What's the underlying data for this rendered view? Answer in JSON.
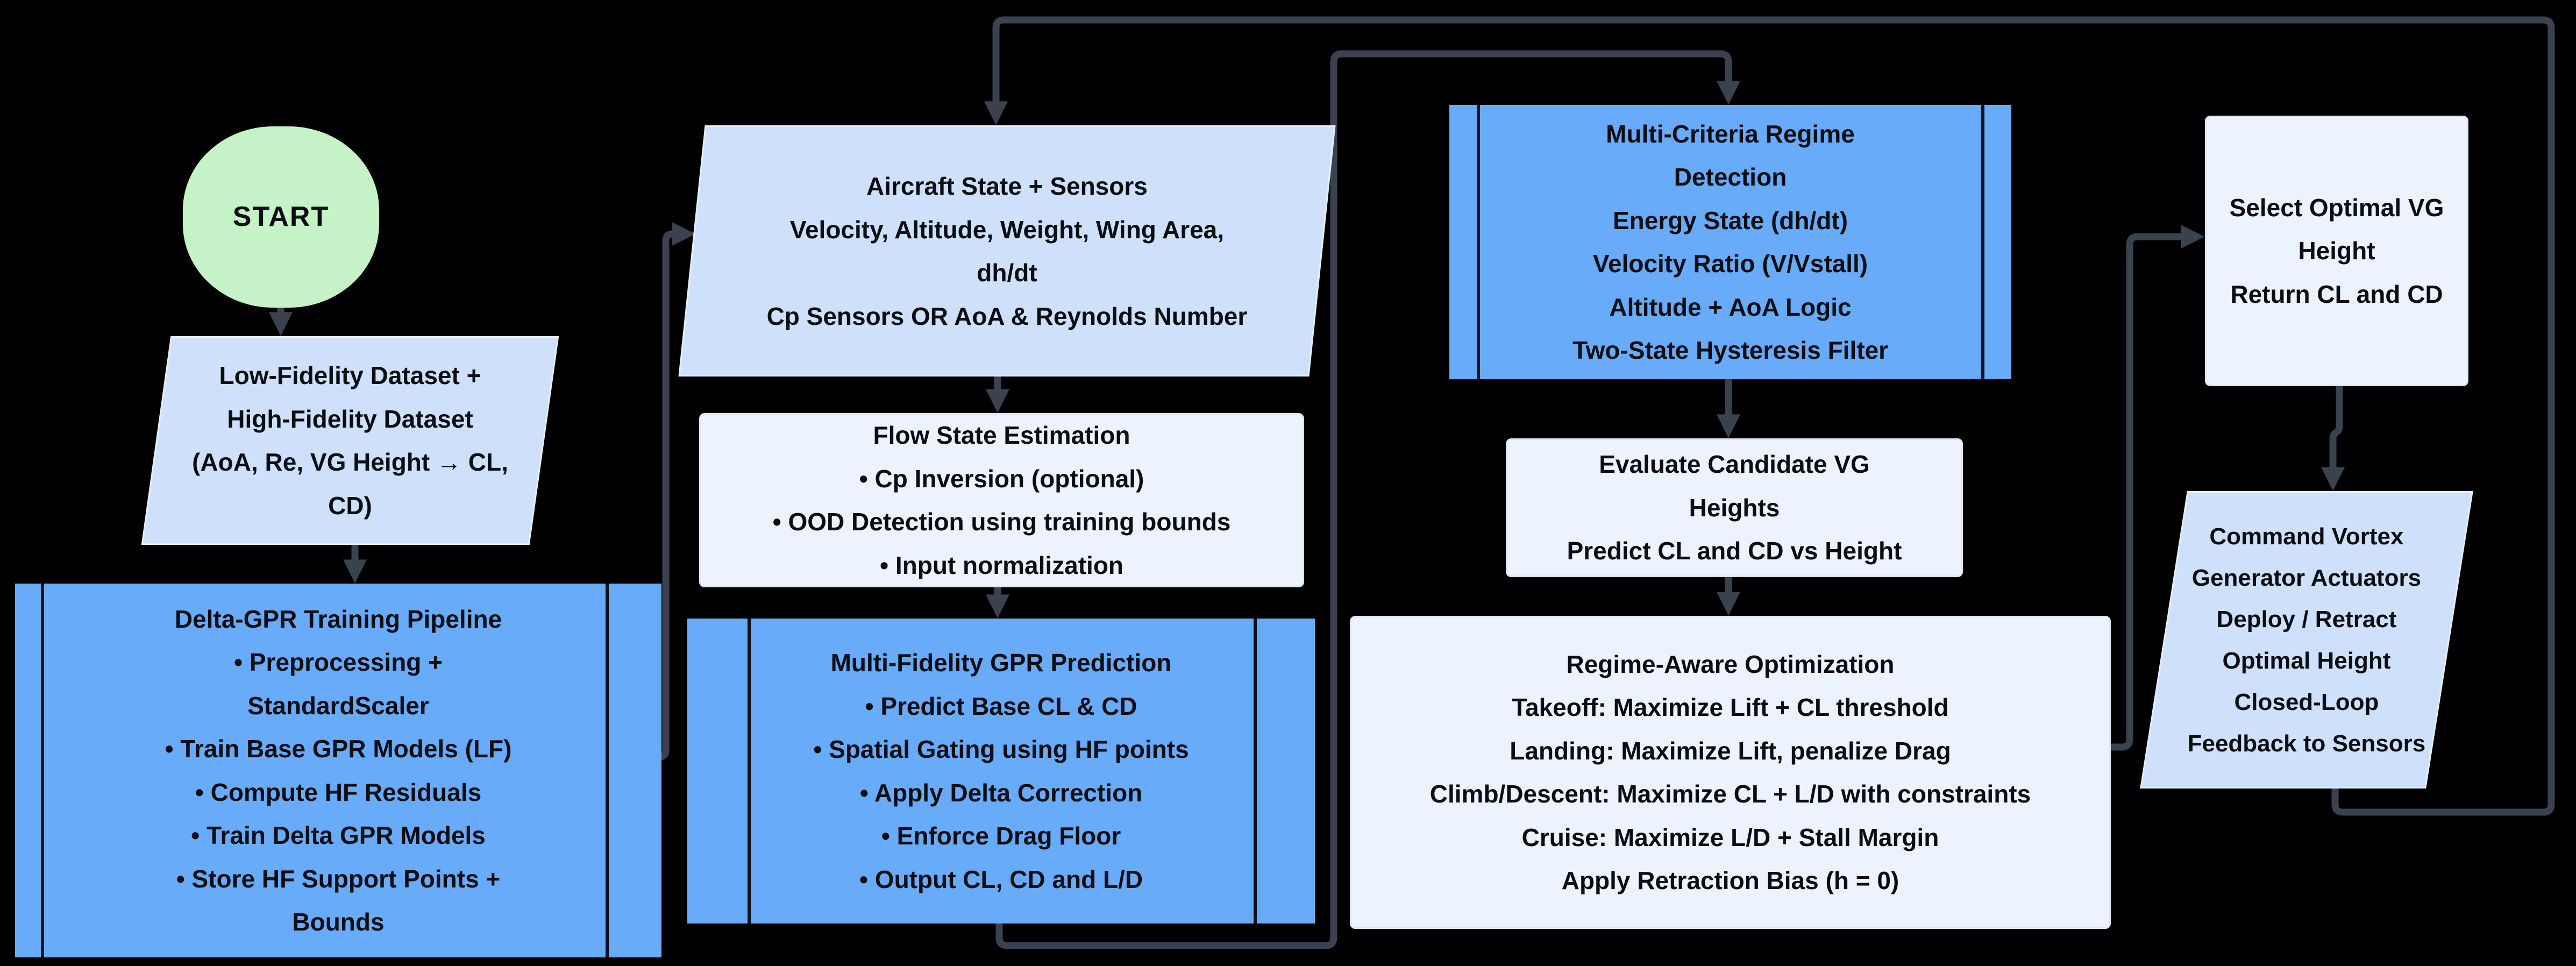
{
  "diagram": {
    "colors": {
      "background": "#000000",
      "terminator_green": "#c6f2c7",
      "io_light_blue": "#cfe1fa",
      "process_white": "#edf3fc",
      "predefined_blue": "#67abf9",
      "inner_divider": "#0d1117",
      "connector": "#3a4250",
      "text": "#0a0d12"
    },
    "nodes": {
      "start": {
        "type": "terminator",
        "label": "START"
      },
      "datasets": {
        "type": "data-input",
        "lines": [
          "Low-Fidelity Dataset +",
          "High-Fidelity Dataset",
          "(AoA, Re, VG Height → CL,",
          "CD)"
        ]
      },
      "training_pipeline": {
        "type": "predefined-process",
        "lines": [
          "Delta-GPR Training Pipeline",
          "• Preprocessing +",
          "StandardScaler",
          "• Train Base GPR Models (LF)",
          "• Compute HF Residuals",
          "• Train Delta GPR Models",
          "• Store HF Support Points +",
          "Bounds"
        ]
      },
      "aircraft_state": {
        "type": "data-input",
        "lines": [
          "Aircraft State + Sensors",
          "Velocity, Altitude, Weight, Wing Area,",
          "dh/dt",
          "Cp Sensors OR AoA & Reynolds Number"
        ]
      },
      "flow_state": {
        "type": "process",
        "lines": [
          "Flow State Estimation",
          "• Cp Inversion (optional)",
          "• OOD Detection using training bounds",
          "• Input normalization"
        ]
      },
      "mf_prediction": {
        "type": "predefined-process",
        "lines": [
          "Multi-Fidelity GPR Prediction",
          "• Predict Base CL & CD",
          "• Spatial Gating using HF  points",
          "• Apply Delta Correction",
          "• Enforce Drag Floor",
          "• Output CL, CD and L/D"
        ]
      },
      "regime_detection": {
        "type": "predefined-process",
        "lines": [
          "Multi-Criteria Regime",
          "Detection",
          "Energy State (dh/dt)",
          "Velocity Ratio (V/Vstall)",
          "Altitude + AoA Logic",
          "Two-State Hysteresis Filter"
        ]
      },
      "evaluate_vg_heights": {
        "type": "process",
        "lines": [
          "Evaluate Candidate VG",
          "Heights",
          "Predict CL and CD vs Height"
        ]
      },
      "regime_optimization": {
        "type": "process",
        "lines": [
          "Regime-Aware Optimization",
          "Takeoff: Maximize Lift + CL threshold",
          "Landing: Maximize Lift, penalize Drag",
          "Climb/Descent: Maximize CL + L/D with constraints",
          "Cruise: Maximize L/D + Stall Margin",
          "Apply Retraction Bias (h = 0)"
        ]
      },
      "select_vg_height": {
        "type": "process",
        "lines": [
          "Select Optimal VG",
          "Height",
          "Return CL and CD"
        ]
      },
      "command_actuators": {
        "type": "data-output",
        "lines": [
          "Command Vortex",
          "Generator Actuators",
          "Deploy / Retract",
          "Optimal Height",
          "Closed-Loop",
          "Feedback to Sensors"
        ]
      }
    },
    "connectors": [
      {
        "from": "start",
        "to": "datasets"
      },
      {
        "from": "datasets",
        "to": "training_pipeline"
      },
      {
        "from": "training_pipeline",
        "to": "aircraft_state"
      },
      {
        "from": "command_actuators",
        "to": "aircraft_state"
      },
      {
        "from": "aircraft_state",
        "to": "flow_state"
      },
      {
        "from": "flow_state",
        "to": "mf_prediction"
      },
      {
        "from": "mf_prediction",
        "to": "regime_detection"
      },
      {
        "from": "regime_detection",
        "to": "evaluate_vg_heights"
      },
      {
        "from": "evaluate_vg_heights",
        "to": "regime_optimization"
      },
      {
        "from": "regime_optimization",
        "to": "select_vg_height"
      },
      {
        "from": "select_vg_height",
        "to": "command_actuators"
      }
    ]
  }
}
